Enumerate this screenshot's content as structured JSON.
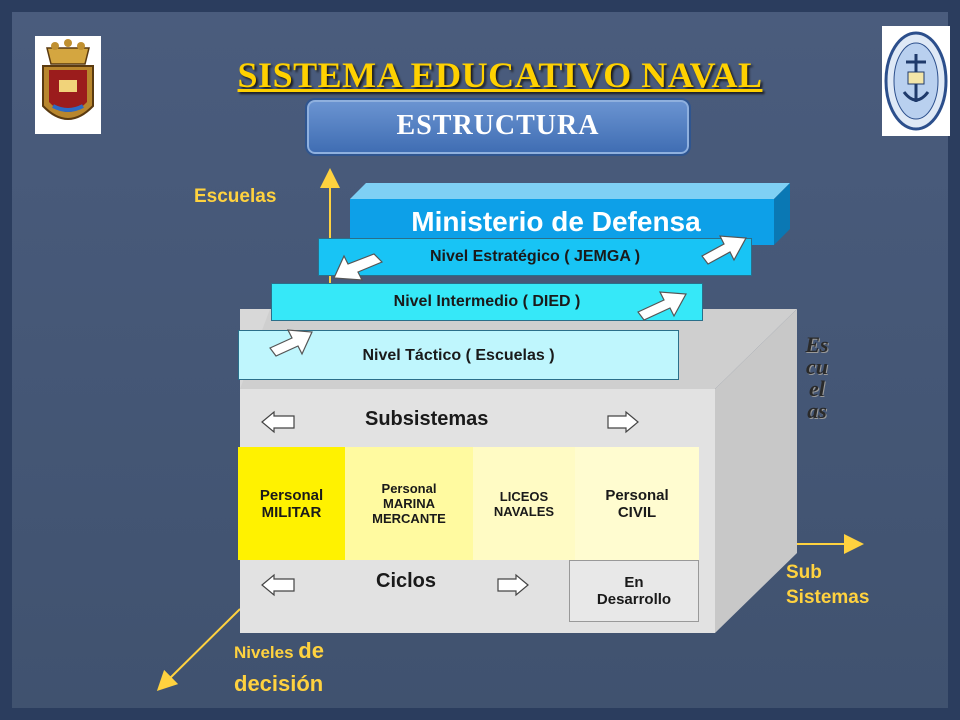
{
  "title": "SISTEMA EDUCATIVO NAVAL",
  "subtitle": "ESTRUCTURA",
  "ministry": "Ministerio de Defensa",
  "levels": {
    "strategic": "Nivel Estratégico ( JEMGA )",
    "intermediate": "Nivel  Intermedio ( DIED )",
    "tactical": "Nivel Táctico ( Escuelas )"
  },
  "subsystems_label": "Subsistemas",
  "cycles_label": "Ciclos",
  "cells": {
    "military_line1": "Personal",
    "military_line2": "MILITAR",
    "merchant_line1": "Personal",
    "merchant_line2": "MARINA",
    "merchant_line3": "MERCANTE",
    "lyceums_line1": "LICEOS",
    "lyceums_line2": "NAVALES",
    "civil_line1": "Personal",
    "civil_line2": "CIVIL",
    "development_line1": "En",
    "development_line2": "Desarrollo"
  },
  "axes": {
    "up": "Escuelas",
    "right_line1": "Sub",
    "right_line2": "Sistemas",
    "diagonal_part1": "Niveles ",
    "diagonal_part2": "de",
    "diagonal_part3": "decisión",
    "vertical_side": "Escuelas"
  },
  "colors": {
    "accent_yellow": "#ffd23f",
    "ministry_blue": "#0da0e8",
    "military_yellow": "#fff200",
    "merchant_cream": "#fffaa0"
  }
}
